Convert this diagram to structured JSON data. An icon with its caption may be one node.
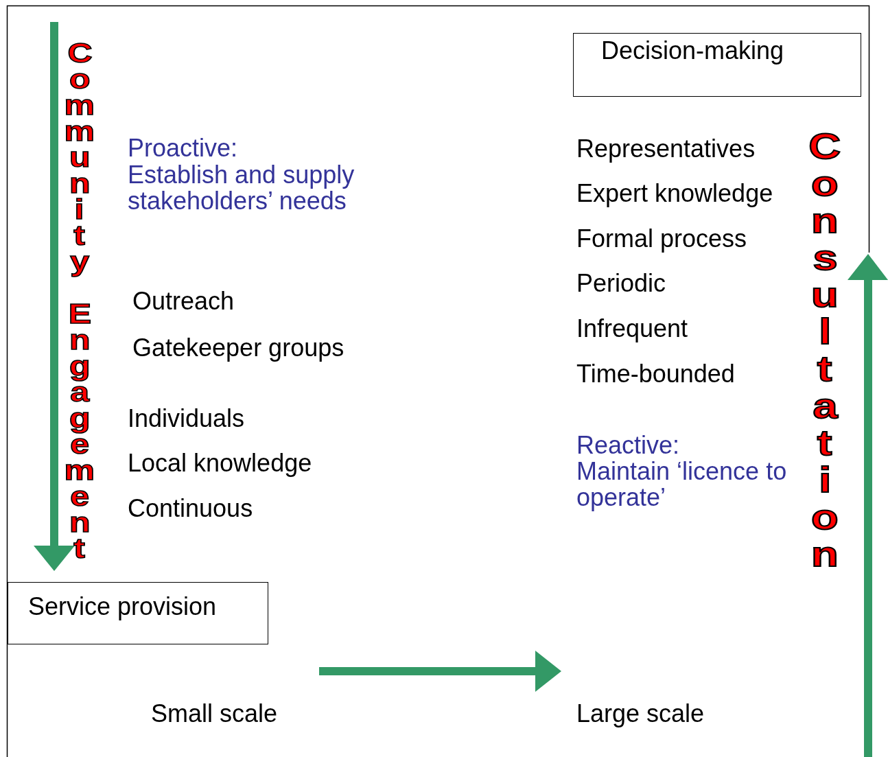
{
  "diagram": {
    "nodes": [
      {
        "text": [
          "Decision-making"
        ]
      },
      {
        "text": [
          "Service provision"
        ]
      }
    ],
    "labels": [
      "Community Engagement",
      "Proactive:",
      "Establish and supply stakeholders’ needs",
      "Outreach",
      "Gatekeeper groups",
      "Individuals",
      "Local knowledge",
      "Continuous",
      "Representatives",
      "Expert knowledge",
      "Formal process",
      "Periodic",
      "Infrequent",
      "Time-bounded",
      "Reactive:",
      "Maintain ‘licence to operate’",
      "Consultation",
      "Small scale",
      "Large scale"
    ]
  }
}
